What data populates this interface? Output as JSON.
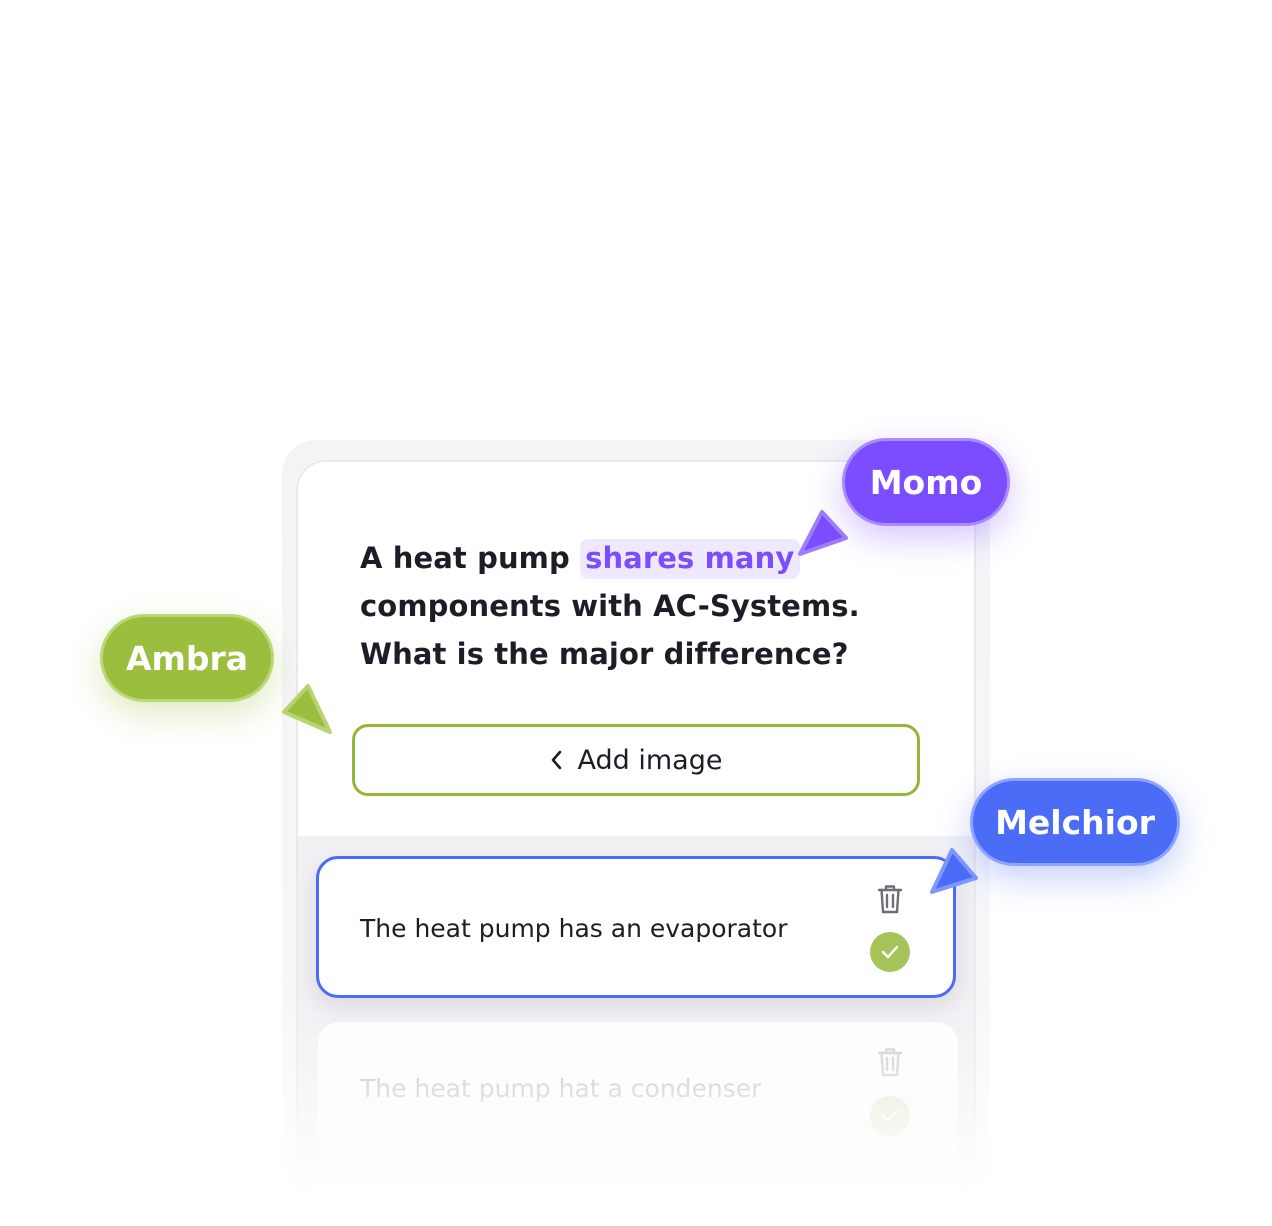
{
  "question": {
    "part1": "A heat pump",
    "highlight": "shares many",
    "part2": "components with AC-Systems. What is the major difference?"
  },
  "add_image": {
    "label": "Add image",
    "icon": "chevron-left-icon"
  },
  "answers": [
    {
      "text": "The heat pump has an evaporator",
      "state": "active"
    },
    {
      "text": "The heat pump hat a condenser",
      "state": "faded"
    }
  ],
  "collaborators": [
    {
      "name": "Momo",
      "color": "#7c4dff"
    },
    {
      "name": "Ambra",
      "color": "#9cbe3e"
    },
    {
      "name": "Melchior",
      "color": "#4a6cf7"
    }
  ],
  "colors": {
    "accent_purple": "#7c4dff",
    "accent_green": "#93b738",
    "accent_blue": "#4a6cf7",
    "text": "#1d1d28"
  }
}
